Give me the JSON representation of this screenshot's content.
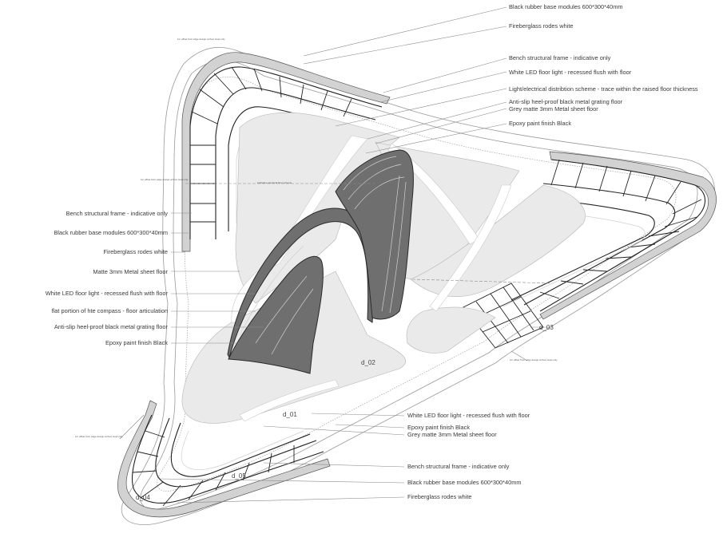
{
  "labels_top": [
    "Black rubber base modules 600*300*40mm",
    "Fireberglass rodes white",
    "Bench structural frame - indicative only",
    "White LED floor light - recessed flush with floor",
    "Light/electrical distribtion scheme - trace within the raised floor thickness",
    "Anti-slip heel-proof black metal grating floor",
    "Grey matte 3mm Metal sheet floor",
    "Epoxy paint finish Black"
  ],
  "labels_left": [
    "Bench structural frame - indicative only",
    "Black rubber base modules 600*300*40mm",
    "Fireberglass rodes white",
    "Matte 3mm Metal sheet floor",
    "White LED floor light - recessed flush with floor",
    "flat portion of hte compass - floor articulation",
    "Anti-slip heel-proof black metal grating floor",
    "Epoxy paint finish Black"
  ],
  "labels_bottom": [
    "White LED floor light - recessed flush with floor",
    "Epoxy paint finish Black",
    "Grey matte 3mm Metal sheet floor",
    "Bench structural frame - indicative only",
    "Black rubber base modules 600*300*40mm",
    "Fireberglass rodes white"
  ],
  "tags": {
    "d01": "d_01",
    "d02": "d_02",
    "d03": "d_03",
    "d04": "d_04",
    "d05": "d_05"
  },
  "small_notes": {
    "offset_top": "1m offset from edge design at floor level only",
    "offset_left": "1m offset form edge design at floor level only",
    "offset_right": "1m offset from edge design at floor level only",
    "offset_bottom": "1m offset from edge design at floor level only",
    "center_note": "indicative electrical floor scheme"
  }
}
